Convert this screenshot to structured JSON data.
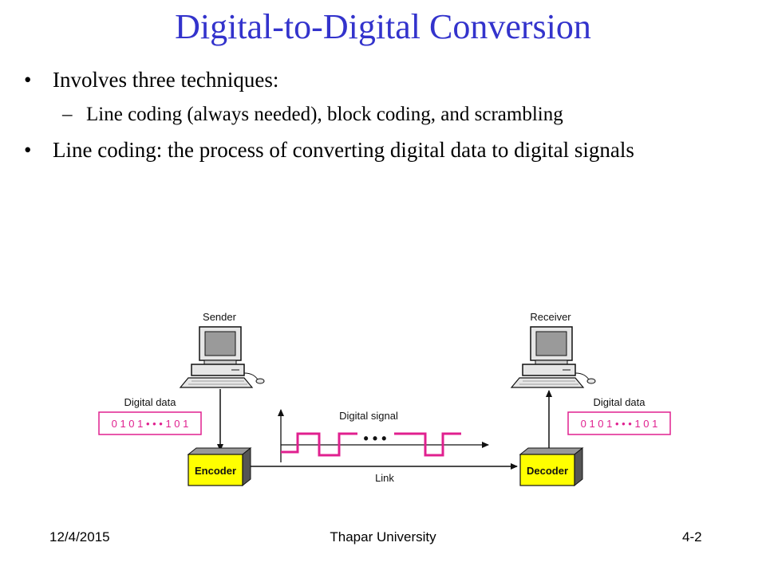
{
  "slide": {
    "title": "Digital-to-Digital Conversion",
    "bullets": [
      {
        "text": "Involves three techniques:",
        "subitems": [
          "Line coding (always needed), block coding, and scrambling"
        ]
      },
      {
        "text": "Line coding: the process of converting digital data to digital signals",
        "subitems": []
      }
    ]
  },
  "diagram": {
    "sender_label": "Sender",
    "receiver_label": "Receiver",
    "digital_data_label_left": "Digital data",
    "digital_data_label_right": "Digital data",
    "data_bits_left": "0 1 0 1 • • • 1 0 1",
    "data_bits_right": "0 1 0 1 • • • 1 0 1",
    "digital_signal_label": "Digital signal",
    "signal_ellipsis": "• • •",
    "encoder_label": "Encoder",
    "decoder_label": "Decoder",
    "link_label": "Link",
    "colors": {
      "signal": "#e0208f",
      "data_box_border": "#e0208f",
      "box_fill": "#ffff00",
      "box_side": "#555555"
    }
  },
  "footer": {
    "date": "12/4/2015",
    "organization": "Thapar University",
    "page": "4-2"
  }
}
